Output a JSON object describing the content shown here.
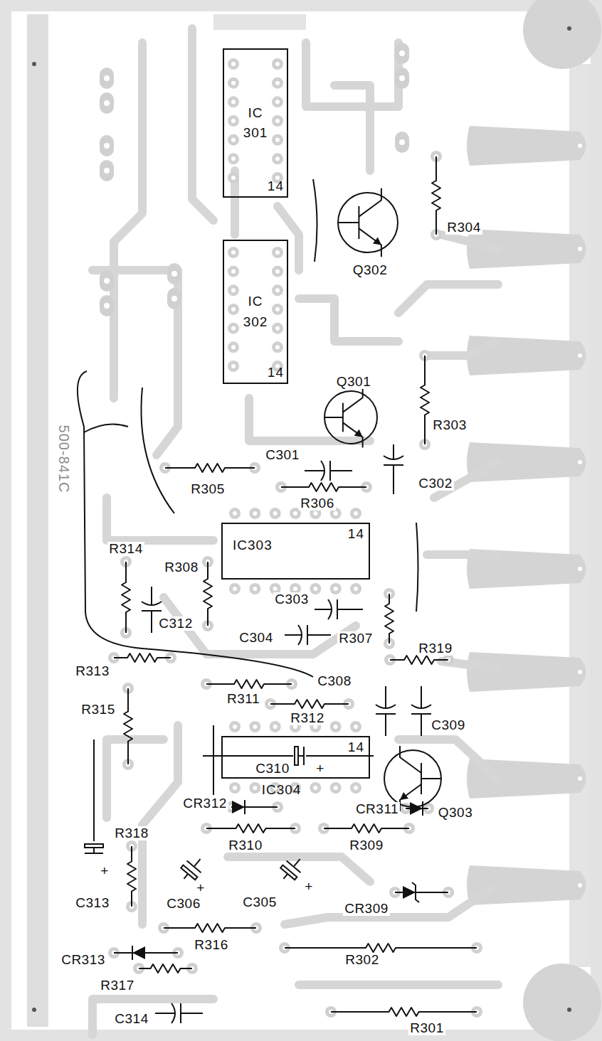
{
  "diagram": {
    "nodes": [
      {
        "text": [
          "IC 301",
          "14"
        ]
      },
      {
        "text": [
          "IC 302",
          "14"
        ]
      },
      {
        "text": [
          "IC303",
          "14"
        ]
      },
      {
        "text": [
          "IC304",
          "14"
        ]
      }
    ],
    "labels": [
      "Q302",
      "R304",
      "Q301",
      "R303",
      "C301",
      "C302",
      "R305",
      "R306",
      "R314",
      "R308",
      "C303",
      "C312",
      "C304",
      "R307",
      "R319",
      "R313",
      "C308",
      "R311",
      "R312",
      "C309",
      "R315",
      "C310",
      "+",
      "Q303",
      "CR312",
      "CR311",
      "R318",
      "R310",
      "R309",
      "C313",
      "+",
      "C306",
      "+",
      "C305",
      "+",
      "CR309",
      "R316",
      "R302",
      "CR313",
      "R317",
      "C314",
      "R301",
      "500-841C"
    ]
  }
}
